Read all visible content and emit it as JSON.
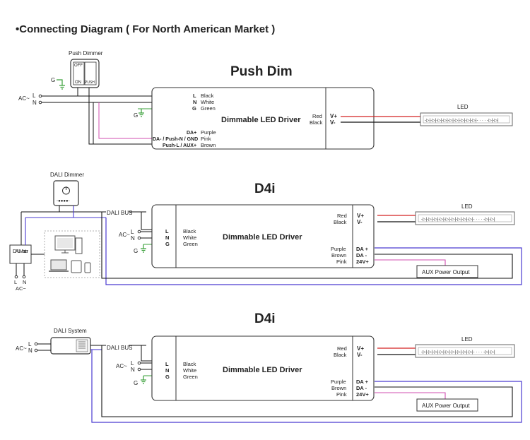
{
  "page": {
    "heading": "•Connecting Diagram ( For North American Market )"
  },
  "common": {
    "driver_label": "Dimmable LED Driver",
    "led_label": "LED",
    "aux_label": "AUX Power Output",
    "ac_label": "AC~",
    "l": "L",
    "n": "N",
    "g": "G",
    "black": "Black",
    "white": "White",
    "green": "Green",
    "red": "Red",
    "purple": "Purple",
    "brown": "Brown",
    "pink": "Pink",
    "vplus": "V+",
    "vminus": "V-",
    "da_plus": "DA +",
    "da_minus": "DA -",
    "v24": "24V+",
    "dali_bus": "DALI  BUS",
    "led_chain": "-▷|-▷|-▷|-▷|-▷|-▷|-▷|-▷|-▷|- · · · -▷|-▷|"
  },
  "section1": {
    "title": "Push Dim",
    "dimmer_label": "Push Dimmer",
    "switch_off": "OFF",
    "switch_on": "ON",
    "switch_push": "PUSH",
    "da_plus": "DA+",
    "da_minus_gnd": "DA- / Push-N / GND",
    "push_l": "Push-L / AUX+"
  },
  "section2": {
    "title": "D4i",
    "dimmer_label": "DALI Dimmer",
    "master_label": "DALI Master"
  },
  "section3": {
    "title": "D4i",
    "system_label": "DALI System"
  }
}
